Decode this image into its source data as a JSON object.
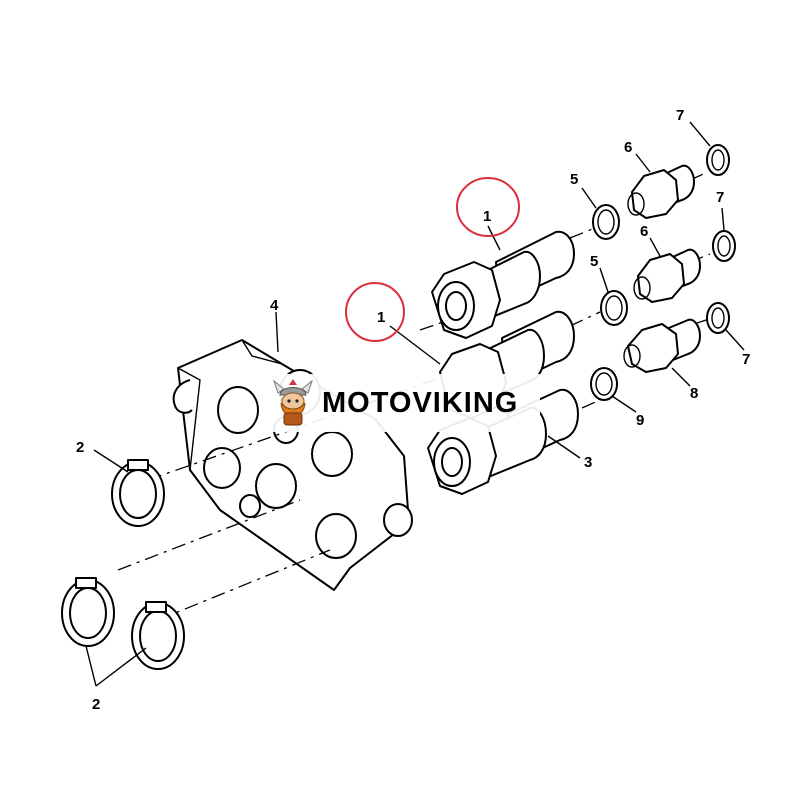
{
  "callouts": {
    "c1a": "1",
    "c1b": "1",
    "c2a": "2",
    "c2b": "2",
    "c3": "3",
    "c4": "4",
    "c5a": "5",
    "c5b": "5",
    "c6a": "6",
    "c6b": "6",
    "c7a": "7",
    "c7b": "7",
    "c7c": "7",
    "c8": "8",
    "c9": "9"
  },
  "highlight_color": "#d9303a",
  "watermark": {
    "text": "MOTOVIKING",
    "logo_icon": "viking-mascot-icon"
  }
}
